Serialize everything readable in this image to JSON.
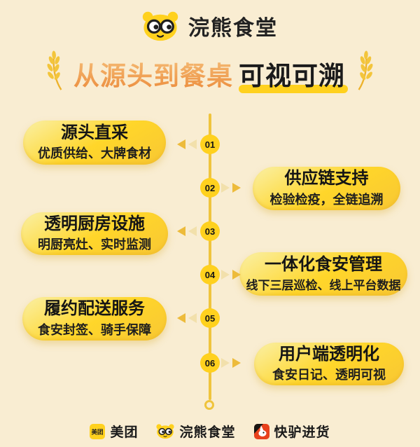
{
  "header": {
    "logo_text": "浣熊食堂"
  },
  "title": {
    "gradient_part": "从源头到餐桌",
    "highlight_part": "可视可溯"
  },
  "steps": [
    {
      "num": "01",
      "side": "left",
      "title": "源头直采",
      "subtitle": "优质供给、大牌食材"
    },
    {
      "num": "02",
      "side": "right",
      "title": "供应链支持",
      "subtitle": "检验检疫，全链追溯"
    },
    {
      "num": "03",
      "side": "left",
      "title": "透明厨房设施",
      "subtitle": "明厨亮灶、实时监测"
    },
    {
      "num": "04",
      "side": "right",
      "title": "一体化食安管理",
      "subtitle": "线下三层巡检、线上平台数据"
    },
    {
      "num": "05",
      "side": "left",
      "title": "履约配送服务",
      "subtitle": "食安封签、骑手保障"
    },
    {
      "num": "06",
      "side": "right",
      "title": "用户端透明化",
      "subtitle": "食安日记、透明可视"
    }
  ],
  "footer": {
    "brands": [
      {
        "label": "美团",
        "icon": "meituan-icon",
        "icon_text": "美团"
      },
      {
        "label": "浣熊食堂",
        "icon": "raccoon-icon"
      },
      {
        "label": "快驴进货",
        "icon": "kuailv-donkey-icon"
      }
    ]
  },
  "colors": {
    "background": "#F9EDD2",
    "card_gold": "#FFD428",
    "circle_gold": "#FFD11E",
    "timeline_line": "#EFC43D",
    "arrow_dark": "#EDBB3B",
    "arrow_light": "#F2E0AB",
    "title_orange_top": "#F6C07C",
    "title_orange_bottom": "#EB8B3A",
    "underline_gold": "#FFD11E",
    "wheat_gold": "#EFB92F",
    "text_black": "#1B1B1B",
    "kuailv_red": "#E8411C"
  }
}
